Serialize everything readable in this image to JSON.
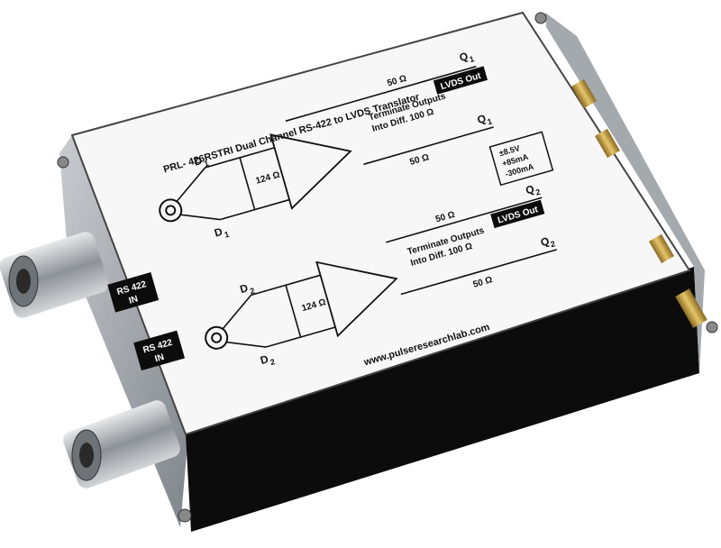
{
  "product": {
    "title": "PRL- 426RSTRI Dual Channel RS-422 to LVDS Translator",
    "website": "www.pulseresearchlab.com"
  },
  "labels": {
    "input_label_1_line1": "RS 422",
    "input_label_1_line2": "IN",
    "input_label_2_line1": "RS 422",
    "input_label_2_line2": "IN",
    "lvds_out_1": "LVDS Out",
    "lvds_out_2": "LVDS Out"
  },
  "channel1": {
    "q": "Q",
    "q_sub": "1",
    "qbar": "Q",
    "qbar_sub": "1",
    "d": "D",
    "d_sub": "1",
    "dbar": "D",
    "dbar_sub": "1",
    "res_top": "50 Ω",
    "res_bottom": "50 Ω",
    "res_term": "124 Ω",
    "terminate_line1": "Terminate Outputs",
    "terminate_line2": "Into Diff. 100 Ω"
  },
  "channel2": {
    "q": "Q",
    "q_sub": "2",
    "qbar": "Q",
    "qbar_sub": "2",
    "d": "D",
    "d_sub": "2",
    "dbar": "D",
    "dbar_sub": "2",
    "res_top": "50 Ω",
    "res_bottom": "50 Ω",
    "res_term": "124 Ω",
    "terminate_line1": "Terminate Outputs",
    "terminate_line2": "Into Diff. 100 Ω"
  },
  "power": {
    "line1": "±8.5V",
    "line2": "+85mA",
    "line3": "-300mA"
  },
  "colors": {
    "case_black": "#0c0c0c",
    "panel_white": "#f7f7f7",
    "chassis_grey": "#9ea3a8",
    "connector_gold": "#c9a24a"
  }
}
